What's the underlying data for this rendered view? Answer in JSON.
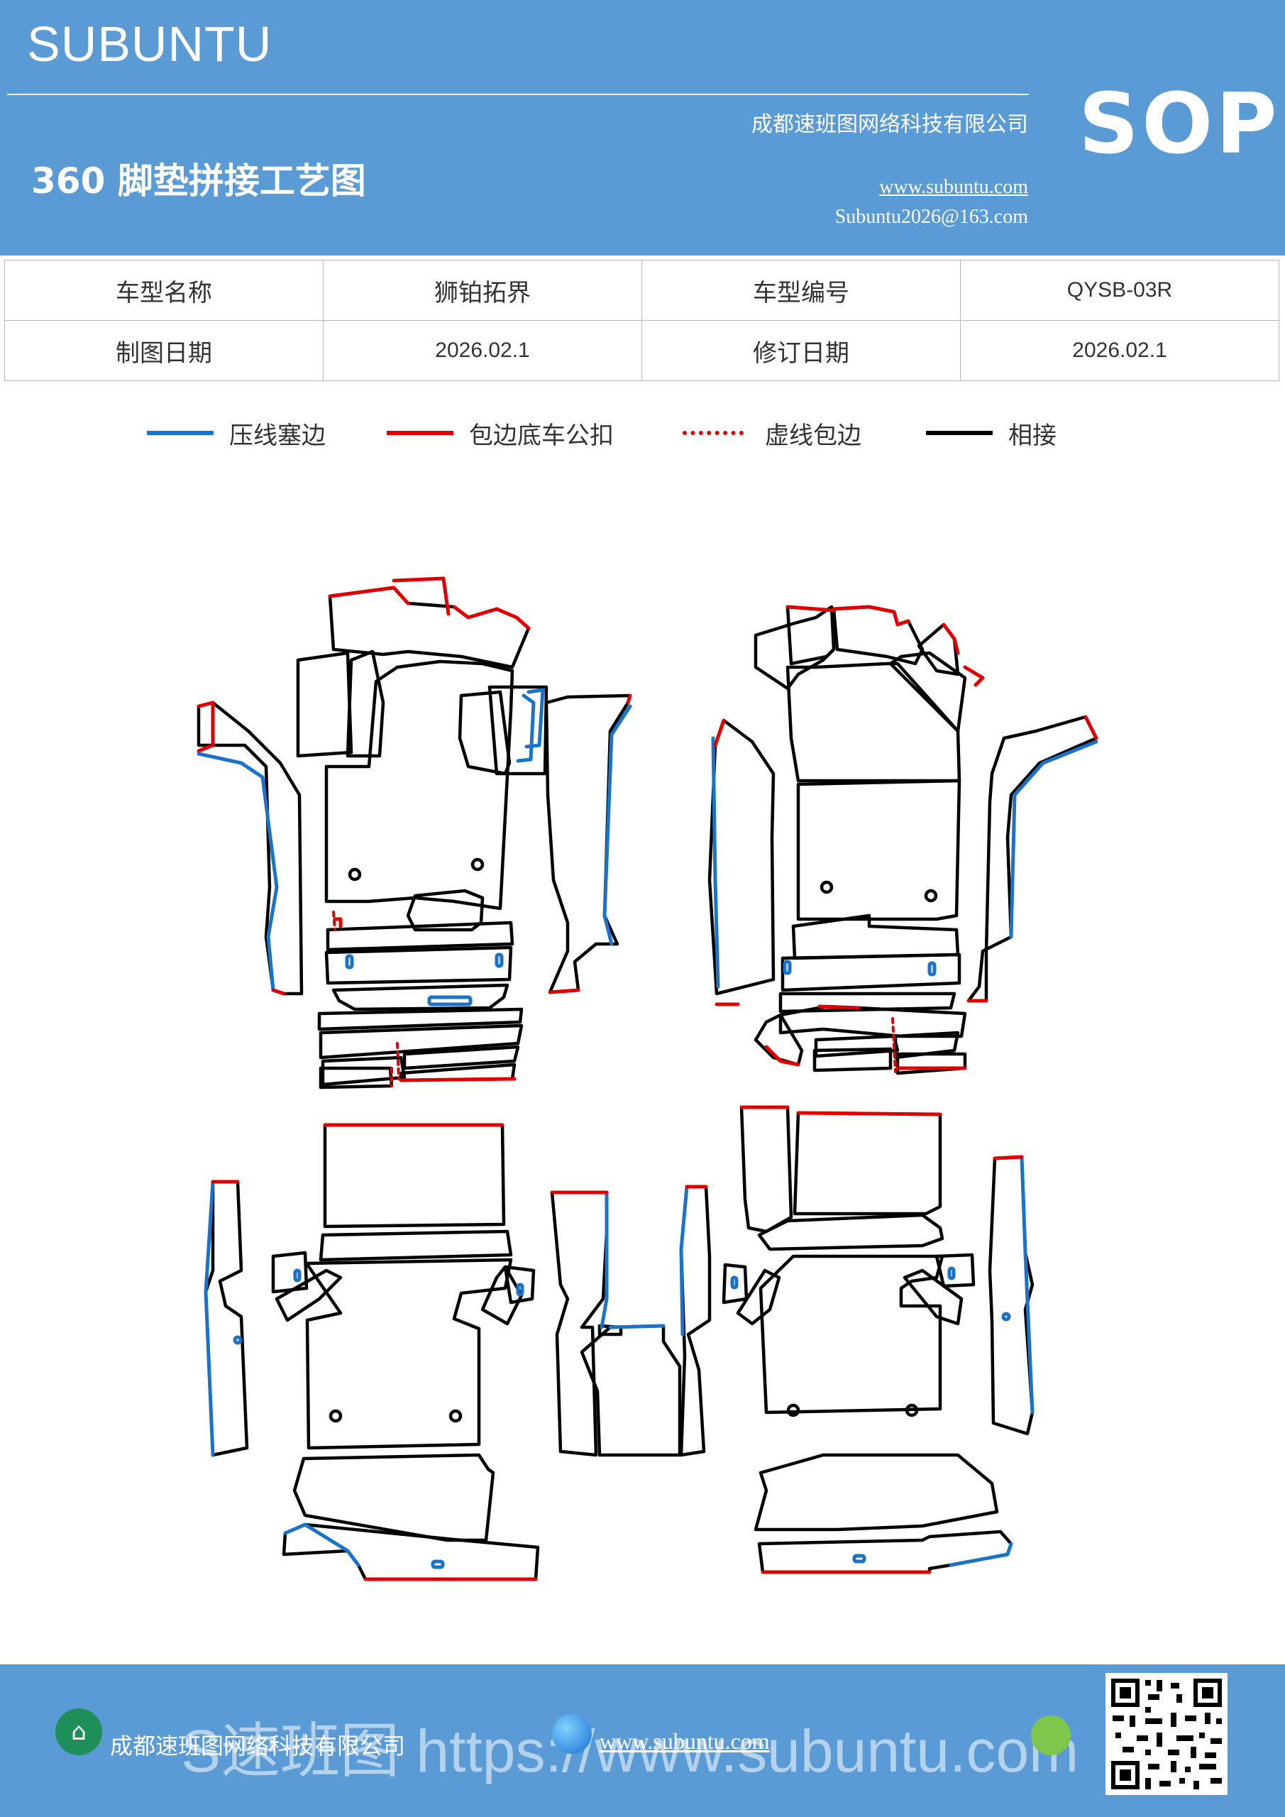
{
  "header": {
    "brand": "SUBUNTU",
    "company": "成都速班图网络科技有限公司",
    "title": "360 脚垫拼接工艺图",
    "website": "www.subuntu.com",
    "email": "Subuntu2026@163.com",
    "badge": "SOP"
  },
  "info_table": {
    "rows": [
      [
        "车型名称",
        "狮铂拓界",
        "车型编号",
        "QYSB-03R"
      ],
      [
        "制图日期",
        "2026.02.1",
        "修订日期",
        "2026.02.1"
      ]
    ]
  },
  "legend": {
    "items": [
      {
        "label": "压线塞边",
        "color": "#1a73c8",
        "style": "solid"
      },
      {
        "label": "包边底车公扣",
        "color": "#e00000",
        "style": "solid"
      },
      {
        "label": "虚线包边",
        "color": "#e00000",
        "style": "dashed"
      },
      {
        "label": "相接",
        "color": "#000000",
        "style": "solid"
      }
    ]
  },
  "footer": {
    "company": "成都速班图网络科技有限公司",
    "website": "www.subuntu.com",
    "watermark": "S速班图 https://www.subuntu.com"
  },
  "colors": {
    "primary_blue": "#5b9bd5",
    "press_line": "#1a73c8",
    "wrap_edge": "#e00000",
    "joint": "#000000"
  }
}
